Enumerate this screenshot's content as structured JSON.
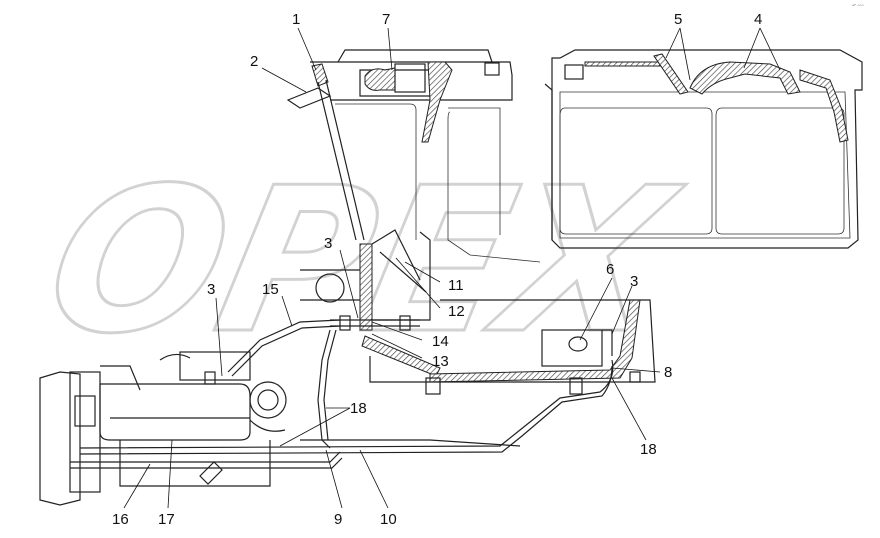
{
  "watermark": "OPEX",
  "corner_mark": "ᵃᴾ ᵒᵒᵒ",
  "callouts": [
    {
      "id": "c1",
      "text": "1"
    },
    {
      "id": "c2",
      "text": "2"
    },
    {
      "id": "c7",
      "text": "7"
    },
    {
      "id": "c5",
      "text": "5"
    },
    {
      "id": "c4",
      "text": "4"
    },
    {
      "id": "c3a",
      "text": "3"
    },
    {
      "id": "c11",
      "text": "11"
    },
    {
      "id": "c12",
      "text": "12"
    },
    {
      "id": "c3b",
      "text": "3"
    },
    {
      "id": "c15",
      "text": "15"
    },
    {
      "id": "c14",
      "text": "14"
    },
    {
      "id": "c13",
      "text": "13"
    },
    {
      "id": "c6",
      "text": "6"
    },
    {
      "id": "c3c",
      "text": "3"
    },
    {
      "id": "c8",
      "text": "8"
    },
    {
      "id": "c18a",
      "text": "18"
    },
    {
      "id": "c18b",
      "text": "18"
    },
    {
      "id": "c16",
      "text": "16"
    },
    {
      "id": "c17",
      "text": "17"
    },
    {
      "id": "c9",
      "text": "9"
    },
    {
      "id": "c10",
      "text": "10"
    }
  ]
}
